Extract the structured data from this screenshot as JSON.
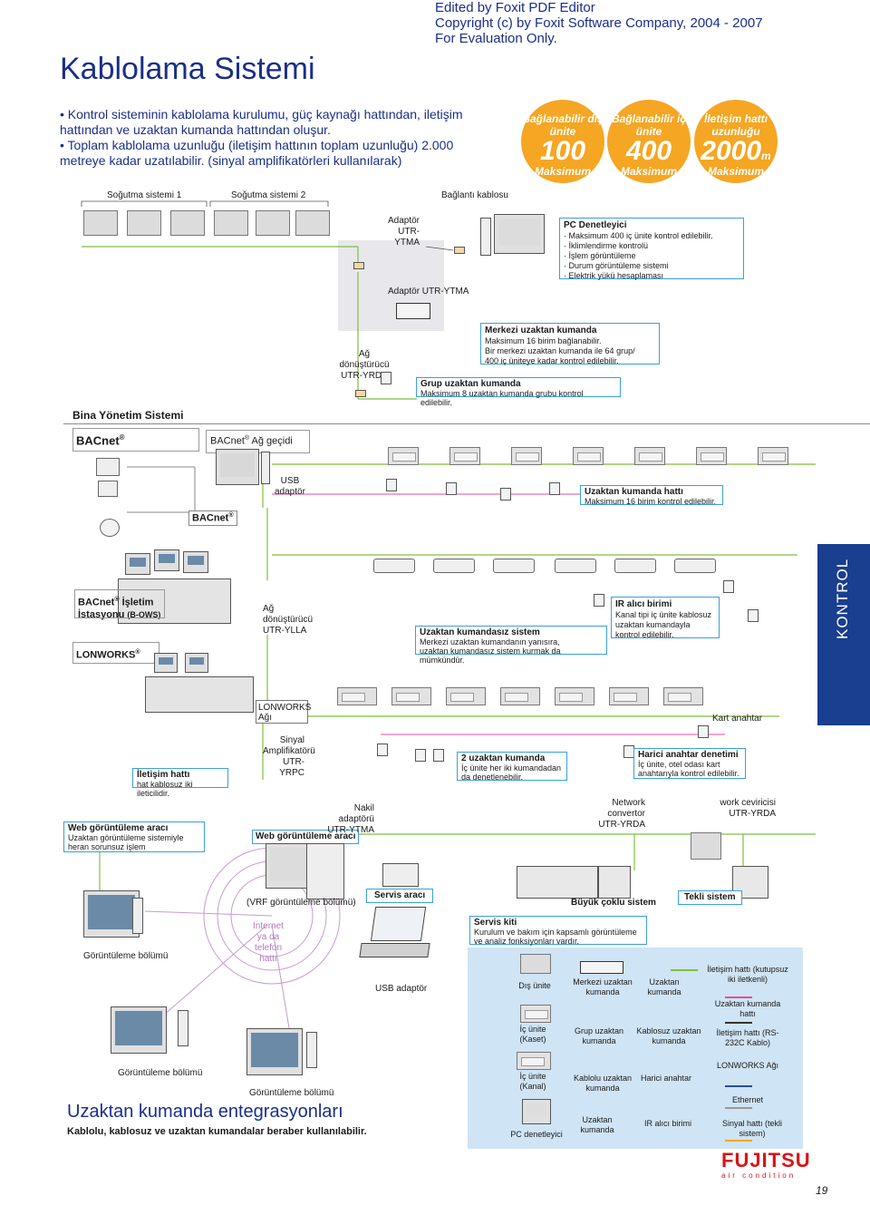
{
  "watermark": {
    "line1": "Edited by Foxit PDF Editor",
    "line2": "Copyright (c) by Foxit Software Company, 2004 - 2007",
    "line3": "For Evaluation Only."
  },
  "header": {
    "title": "Kablolama Sistemi",
    "bullet1": "Kontrol sisteminin kablolama kurulumu, güç kaynağı hattından, iletişim hattından ve uzaktan kumanda hattından oluşur.",
    "bullet2": "Toplam kablolama uzunluğu (iletişim hattının toplam uzunluğu) 2.000 metreye kadar uzatılabilir. (sinyal amplifikatörleri kullanılarak)"
  },
  "circles": [
    {
      "label": "Bağlanabilir dış ünite",
      "value": "100",
      "unit": "",
      "sub": "Maksimum"
    },
    {
      "label": "Bağlanabilir iç ünite",
      "value": "400",
      "unit": "",
      "sub": "Maksimum"
    },
    {
      "label": "İletişim hattı uzunluğu",
      "value": "2000",
      "unit": "m",
      "sub": "Maksimum"
    }
  ],
  "top": {
    "cooling1": "Soğutma sistemi 1",
    "cooling2": "Soğutma sistemi 2",
    "connection_cable": "Bağlantı kablosu",
    "adapter1": "Adaptör",
    "adapter1b": "UTR-YTMA",
    "adapter2": "Adaptör UTR-YTMA",
    "pc_title": "PC Denetleyici",
    "pc_items": [
      "· Maksimum 400 iç ünite kontrol edilebilir.",
      "· İklimlendirme kontrolü",
      "· İşlem görüntüleme",
      "· Durum görüntüleme sistemi",
      "· Elektrik yükü hesaplaması"
    ],
    "net_converter": "Ağ dönüştürücü",
    "net_converter_model": "UTR-YRDA",
    "central_title": "Merkezi uzaktan kumanda",
    "central_lines": [
      "Maksimum 16 birim bağlanabilir.",
      "Bir merkezi uzaktan kumanda ile 64 grup/",
      "400 iç üniteye kadar kontrol edilebilir."
    ],
    "group_title": "Grup uzaktan kumanda",
    "group_line": "Maksimum 8 uzaktan kumanda grubu kontrol edilebilir."
  },
  "bms": {
    "title": "Bina Yönetim Sistemi",
    "bacnet": "BACnet",
    "reg": "®",
    "gateway_a": "BACnet",
    "gateway_b": "Ağ geçidi",
    "usb": "USB",
    "usb2": "adaptör",
    "bacnet2": "BACnet",
    "remote_line_title": "Uzaktan kumanda hattı",
    "remote_line_text": "Maksimum 16 birim kontrol edilebilir.",
    "ows_a": "BACnet",
    "ows_b": "İşletim",
    "ows_c": "İstasyonu",
    "ows_d": "(B-OWS)",
    "lonworks": "LONWORKS",
    "net_conv2": "Ağ",
    "net_conv2b": "dönüştürücü",
    "net_conv2c": "UTR-YLLA",
    "remoteless_title": "Uzaktan kumandasız sistem",
    "remoteless_lines": [
      "Merkezi uzaktan kumandanın yanısıra,",
      "uzaktan kumandasız sistem kurmak da mümkündür."
    ],
    "ir_title": "IR alıcı birimi",
    "ir_lines": [
      "Kanal tipi iç ünite kablosuz",
      "uzaktan kumandayla",
      "kontrol edilebilir."
    ],
    "kontrol": "KONTROL"
  },
  "mid": {
    "lon_net_a": "LONWORKS",
    "lon_net_b": "Ağı",
    "card_switch": "Kart anahtar",
    "amp_a": "Sinyal",
    "amp_b": "Amplifikatörü",
    "amp_c": "UTR-YRPC",
    "comm_title": "İletişim hattı",
    "comm_text": "hat kablosuz iki ileticilidir.",
    "two_remote_title": "2 uzaktan kumanda",
    "two_remote_lines": [
      "İç ünite her iki kumandadan",
      "da denetlenebilir."
    ],
    "ext_title": "Harici anahtar denetimi",
    "ext_lines": [
      "İç ünite,  otel odası kart",
      "anahtarıyla kontrol edilebilir."
    ]
  },
  "bottom": {
    "web_title": "Web görüntüleme aracı",
    "web_lines": [
      "Uzaktan görüntüleme sistemiyle",
      "heran sorunsuz işlem"
    ],
    "web_tool": "Web görüntüleme aracı",
    "wired_adapter_a": "Nakil adaptörü",
    "wired_adapter_b": "UTR-YTMA",
    "netconv_a": "Network convertor",
    "netconv_b": "UTR-YRDA",
    "workconv_a": "work ceviricisi",
    "workconv_b": "UTR-YRDA",
    "vrf": "(VRF görüntüleme bölümü)",
    "service_tool": "Servis aracı",
    "big_multi": "Büyük çoklu sistem",
    "single": "Tekli sistem",
    "internet_a": "Internet",
    "internet_b": "ya da",
    "internet_c": "telefon hattı",
    "service_kit_title": "Servis kiti",
    "service_kit_lines": [
      "Kurulum ve bakım için kapsamlı görüntüleme",
      "ve analiz fonksiyonları vardır."
    ],
    "display1": "Görüntüleme bölümü",
    "display2": "Görüntüleme bölümü",
    "display3": "Görüntüleme bölümü",
    "usb_adapter": "USB adaptör",
    "footer_title": "Uzaktan kumanda entegrasyonları",
    "footer_sub": "Kablolu, kablosuz ve uzaktan kumandalar beraber kullanılabilir.",
    "page_number": "19"
  },
  "legend": {
    "outdoor": "Dış ünite",
    "central": "Merkezi uzaktan kumanda",
    "remote": "Uzaktan kumanda",
    "comm_pol": "İletişim hattı (kutupsuz iki iletkenli)",
    "indoor_cas": "İç ünite (Kaset)",
    "group": "Grup uzaktan kumanda",
    "wireless": "Kablosuz uzaktan kumanda",
    "remote_line": "Uzaktan kumanda hattı",
    "indoor_duct": "İç ünite (Kanal)",
    "wired": "Kablolu uzaktan kumanda",
    "ext_switch": "Harici anahtar",
    "comm_rs": "İletişim hattı (RS-232C Kablo)",
    "pc": "PC denetleyici",
    "remote2": "Uzaktan kumanda",
    "ir": "IR alıcı birimi",
    "lon": "LONWORKS Ağı",
    "ethernet": "Ethernet",
    "signal": "Sinyal hattı (tekli sistem)"
  },
  "logo": {
    "brand": "FUJITSU",
    "sub": "air condition"
  }
}
